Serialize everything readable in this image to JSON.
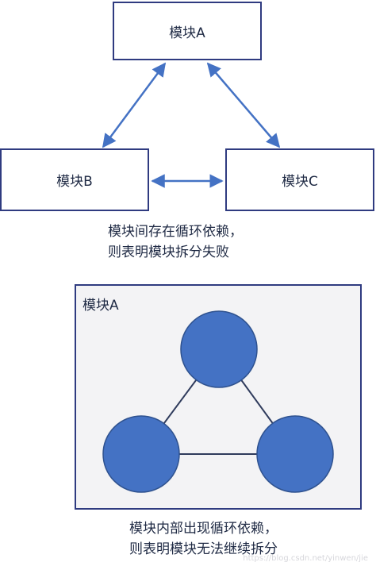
{
  "top_diagram": {
    "modules": {
      "a": "模块A",
      "b": "模块B",
      "c": "模块C"
    },
    "caption_lines": [
      "模块间存在循环依赖，",
      "则表明模块拆分失败"
    ]
  },
  "bottom_diagram": {
    "frame_title": "模块A",
    "caption_lines": [
      "模块内部出现循环依赖，",
      "则表明模块无法继续拆分"
    ]
  },
  "watermark": "https://blog.csdn.net/yinwen/jie",
  "colors": {
    "box_border": "#2f3b80",
    "arrow": "#4472c4",
    "node_fill": "#4472c4",
    "node_stroke": "#2f528f",
    "frame_fill": "#f3f3f5"
  }
}
